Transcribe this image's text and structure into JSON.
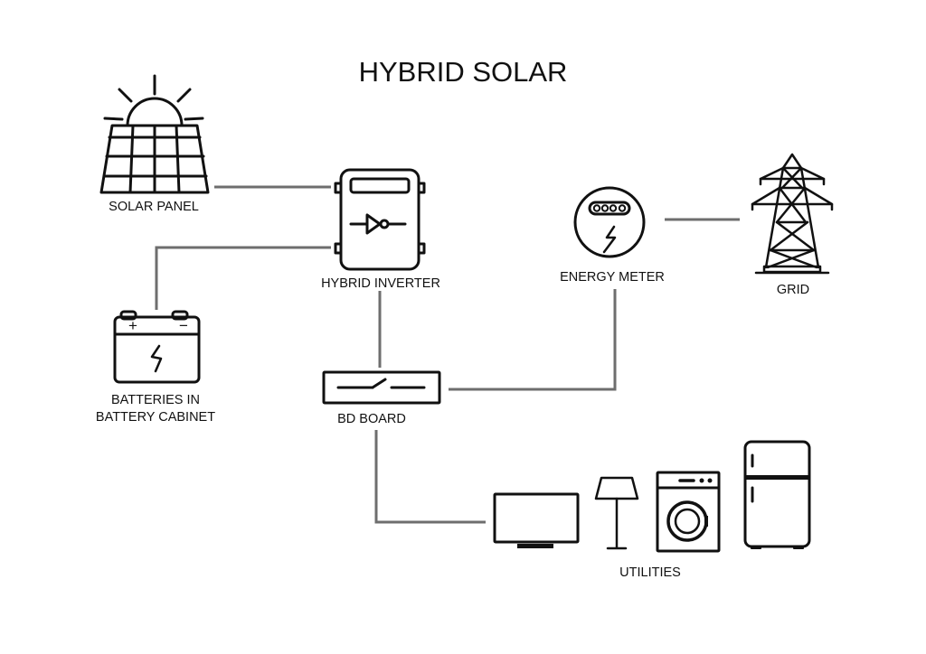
{
  "title": "HYBRID SOLAR",
  "components": {
    "solar_panel": {
      "label": "SOLAR PANEL",
      "icon": "solar-panel-icon"
    },
    "hybrid_inverter": {
      "label": "HYBRID INVERTER",
      "icon": "inverter-icon"
    },
    "energy_meter": {
      "label": "ENERGY METER",
      "icon": "energy-meter-icon"
    },
    "grid": {
      "label": "GRID",
      "icon": "transmission-tower-icon"
    },
    "batteries": {
      "label_line1": "BATTERIES IN",
      "label_line2": "BATTERY CABINET",
      "icon": "battery-icon",
      "terminals": [
        "+",
        "−"
      ]
    },
    "bd_board": {
      "label": "BD BOARD",
      "icon": "switch-board-icon"
    },
    "utilities": {
      "label": "UTILITIES",
      "items": [
        "tv-icon",
        "lamp-icon",
        "washing-machine-icon",
        "refrigerator-icon"
      ]
    }
  },
  "connections": [
    {
      "from": "SOLAR PANEL",
      "to": "HYBRID INVERTER"
    },
    {
      "from": "BATTERIES IN BATTERY CABINET",
      "to": "HYBRID INVERTER"
    },
    {
      "from": "HYBRID INVERTER",
      "to": "BD BOARD"
    },
    {
      "from": "BD BOARD",
      "to": "ENERGY METER"
    },
    {
      "from": "ENERGY METER",
      "to": "GRID"
    },
    {
      "from": "BD BOARD",
      "to": "UTILITIES"
    }
  ],
  "colors": {
    "line": "#6e6e6e",
    "icon": "#111111",
    "background": "#ffffff"
  }
}
